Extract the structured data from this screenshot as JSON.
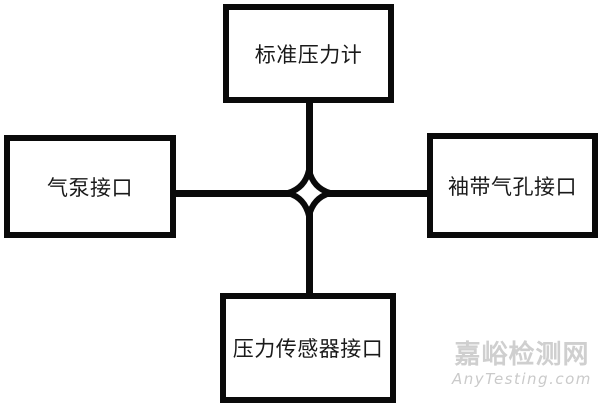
{
  "diagram": {
    "type": "connection-diagram",
    "hub": {
      "shape": "four-point-star",
      "label": ""
    },
    "nodes": {
      "top": {
        "label": "标准压力计"
      },
      "left": {
        "label": "气泵接口"
      },
      "right": {
        "label": "袖带气孔接口"
      },
      "bottom": {
        "label": "压力传感器接口"
      }
    },
    "edges": [
      {
        "from": "hub",
        "to": "top"
      },
      {
        "from": "hub",
        "to": "left"
      },
      {
        "from": "hub",
        "to": "right"
      },
      {
        "from": "hub",
        "to": "bottom"
      }
    ],
    "colors": {
      "stroke": "#0a0a0a",
      "background": "#ffffff",
      "text": "#1a1a1a"
    }
  },
  "watermark": {
    "cn": "嘉峪检测网",
    "en": "AnyTesting.com",
    "color": "#cccccc"
  }
}
